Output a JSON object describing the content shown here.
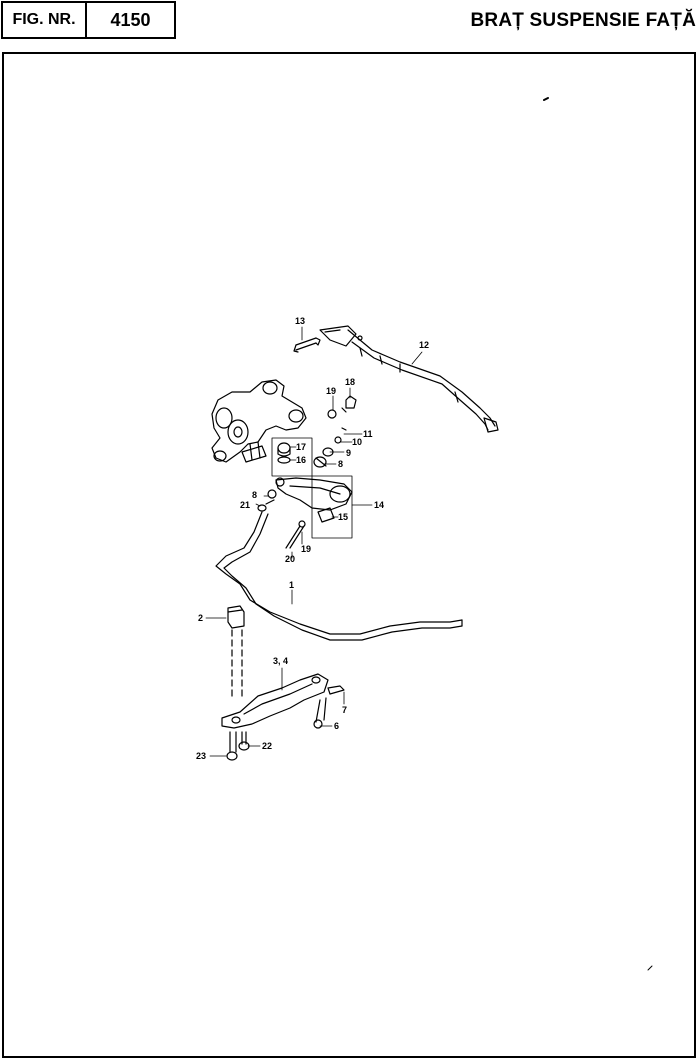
{
  "header": {
    "fig_label": "FIG. NR.",
    "fig_number": "4150",
    "title": "BRAȚ SUSPENSIE FAȚĂ"
  },
  "callouts": {
    "c1": "1",
    "c2": "2",
    "c34": "3, 4",
    "c6": "6",
    "c7": "7",
    "c8a": "8",
    "c8b": "8",
    "c9": "9",
    "c10": "10",
    "c11": "11",
    "c12": "12",
    "c13": "13",
    "c14": "14",
    "c15": "15",
    "c16": "16",
    "c17": "17",
    "c18": "18",
    "c19a": "19",
    "c19b": "19",
    "c20": "20",
    "c21": "21",
    "c22": "22",
    "c23": "23"
  }
}
